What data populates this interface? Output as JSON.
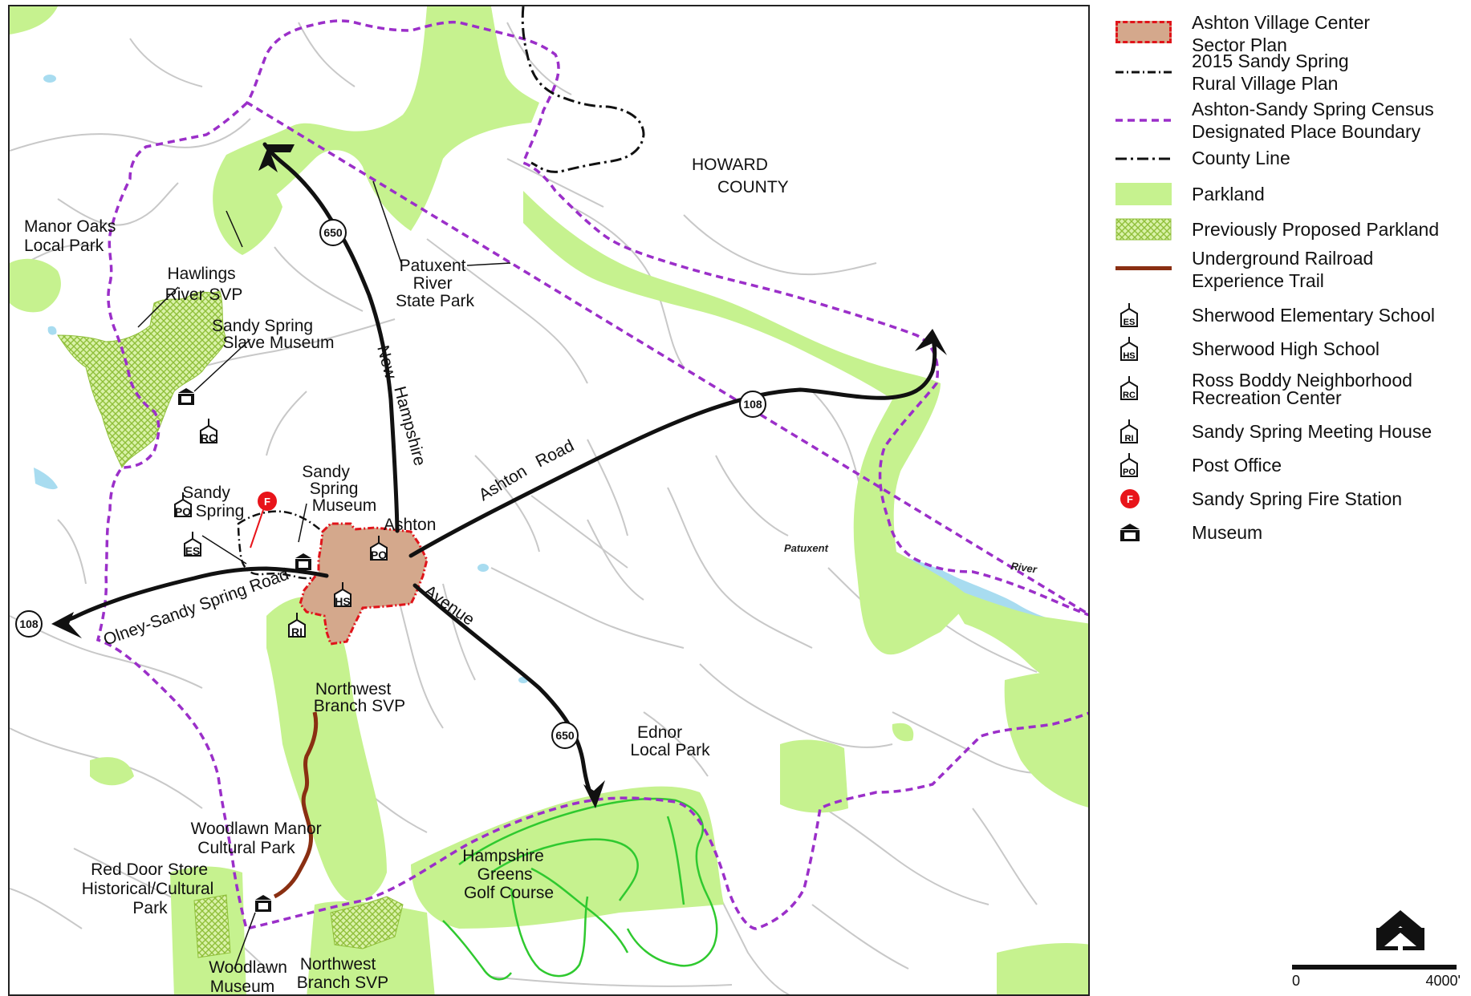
{
  "map": {
    "labels": {
      "howard_county": [
        "HOWARD",
        "COUNTY"
      ],
      "manor_oaks": [
        "Manor Oaks",
        "Local Park"
      ],
      "hawlings": [
        "Hawlings",
        "River SVP"
      ],
      "patuxent_park": [
        "Patuxent",
        "River",
        "State Park"
      ],
      "slave_museum": [
        "Sandy Spring",
        "Slave Museum"
      ],
      "sandy_spring_po": [
        "Sandy",
        "Spring"
      ],
      "sandy_spring_museum": [
        "Sandy",
        "Spring",
        "Museum"
      ],
      "ashton": "Ashton",
      "northwest_branch_1": [
        "Northwest",
        "Branch SVP"
      ],
      "northwest_branch_2": [
        "Northwest",
        "Branch SVP"
      ],
      "ednor": [
        "Ednor",
        "Local Park"
      ],
      "woodlawn_manor": [
        "Woodlawn Manor",
        "Cultural Park"
      ],
      "red_door": [
        "Red Door Store",
        "Historical/Cultural",
        "Park"
      ],
      "woodlawn_museum": [
        "Woodlawn",
        "Museum"
      ],
      "hampshire_greens": [
        "Hampshire",
        "Greens",
        "Golf Course"
      ],
      "patuxent_water": "Patuxent",
      "river_water": "River"
    },
    "roads": {
      "new_hampshire": [
        "New",
        "Hampshire"
      ],
      "ashton_road": [
        "Ashton",
        "Road"
      ],
      "avenue": "Avenue",
      "olney": "Olney-Sandy Spring Road"
    },
    "shields": {
      "route_650": "650",
      "route_108": "108"
    },
    "poi_codes": {
      "es": "ES",
      "hs": "HS",
      "rc": "RC",
      "ri": "RI",
      "po": "PO",
      "fire": "F"
    }
  },
  "legend": {
    "items": [
      {
        "label": "Ashton Village Center Sector Plan",
        "lines": [
          "Ashton Village Center",
          "Sector Plan"
        ],
        "swatch": "sector-plan"
      },
      {
        "label": "2015 Sandy Spring Rural Village Plan",
        "lines": [
          "2015 Sandy Spring",
          "Rural Village Plan"
        ],
        "swatch": "rural-village"
      },
      {
        "label": "Ashton-Sandy Spring Census Designated Place Boundary",
        "lines": [
          "Ashton-Sandy Spring Census",
          "Designated Place Boundary"
        ],
        "swatch": "census"
      },
      {
        "label": "County Line",
        "lines": [
          "County Line"
        ],
        "swatch": "county-line"
      },
      {
        "label": "Parkland",
        "lines": [
          "Parkland"
        ],
        "swatch": "parkland"
      },
      {
        "label": "Previously Proposed Parkland",
        "lines": [
          "Previously Proposed Parkland"
        ],
        "swatch": "proposed"
      },
      {
        "label": "Underground Railroad Experience Trail",
        "lines": [
          "Underground Railroad",
          "Experience Trail"
        ],
        "swatch": "trail"
      },
      {
        "label": "Sherwood Elementary School",
        "lines": [
          "Sherwood Elementary School"
        ],
        "swatch": "ES"
      },
      {
        "label": "Sherwood High School",
        "lines": [
          "Sherwood High School"
        ],
        "swatch": "HS"
      },
      {
        "label": "Ross Boddy Neighborhood Recreation Center",
        "lines": [
          "Ross Boddy Neighborhood",
          "Recreation Center"
        ],
        "swatch": "RC"
      },
      {
        "label": "Sandy Spring Meeting House",
        "lines": [
          "Sandy Spring Meeting House"
        ],
        "swatch": "RI"
      },
      {
        "label": "Post Office",
        "lines": [
          "Post Office"
        ],
        "swatch": "PO"
      },
      {
        "label": "Sandy Spring Fire Station",
        "lines": [
          "Sandy Spring Fire Station"
        ],
        "swatch": "F"
      },
      {
        "label": "Museum",
        "lines": [
          "Museum"
        ],
        "swatch": "museum"
      }
    ]
  },
  "scale": {
    "start": "0",
    "end": "4000'"
  },
  "colors": {
    "parkland": "#c6f28f",
    "sector_plan": "#d4a88c",
    "sector_plan_border": "#e0141a",
    "census": "#9b2fc9",
    "trail": "#8a2f12",
    "water": "#a8dcf0",
    "streets": "#c8c8c8",
    "golf_outline": "#2fc92f",
    "fire": "#e8141a"
  }
}
